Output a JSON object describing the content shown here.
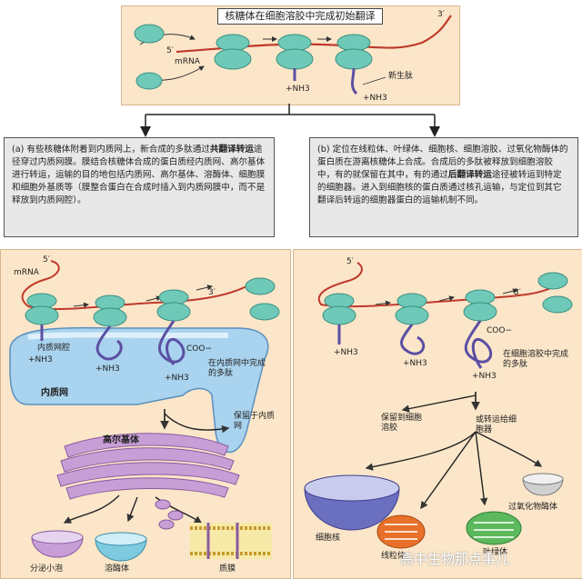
{
  "top": {
    "title": "核糖体在细胞溶胶中完成初始翻译",
    "five_prime": "5′",
    "three_prime": "3′",
    "mrna": "mRNA",
    "nh3_1": "+NH3",
    "nh3_2": "+NH3",
    "nascent": "新生肽"
  },
  "box_a": {
    "prefix": "(a) 有些核糖体附着到内质网上，新合成的多肽通过",
    "bold1": "共翻译转运",
    "rest": "途径穿过内质网膜。膜结合核糖体合成的蛋白质经内质网、高尔基体进行转运，运输的目的地包括内质网、高尔基体、溶酶体、细胞膜和细胞外基质等（膜整合蛋白在合成时插入到内质网膜中，而不是释放到内质网腔）。"
  },
  "box_b": {
    "prefix": "(b) 定位在线粒体、叶绿体、细胞核、细胞溶胶、过氧化物酶体的蛋白质在游离核糖体上合成。合成后的多肽被释放到细胞溶胶中，有的就保留在其中，有的通过",
    "bold1": "后翻译转运",
    "rest": "途径被转运到特定的细胞器。进入到细胞核的蛋白质通过核孔运输，与定位到其它翻译后转运的细胞器蛋白的运输机制不同。"
  },
  "left_panel": {
    "mrna": "mRNA",
    "five_prime": "5′",
    "three_prime": "3′",
    "er_lumen": "内质网腔",
    "nh3_a": "+NH3",
    "nh3_b": "+NH3",
    "nh3_c": "+NH3",
    "coo": "COO−",
    "complete": "在内质网中完成的多肽",
    "er": "内质网",
    "retain": "保留于内质网",
    "golgi": "高尔基体",
    "vesicle": "分泌小泡",
    "lysosome": "溶酶体",
    "membrane": "质膜"
  },
  "right_panel": {
    "five_prime": "5′",
    "three_prime": "3′",
    "nh3_a": "+NH3",
    "nh3_b": "+NH3",
    "nh3_c": "+NH3",
    "coo": "COO−",
    "complete": "在细胞溶胶中完成的多肽",
    "retain": "保留到细胞溶胶",
    "transport": "或转运给细胞器",
    "nucleus": "细胞核",
    "mito": "线粒体",
    "chloro": "叶绿体",
    "perox": "过氧化物酶体"
  },
  "watermark": "高中生物那点事儿"
}
